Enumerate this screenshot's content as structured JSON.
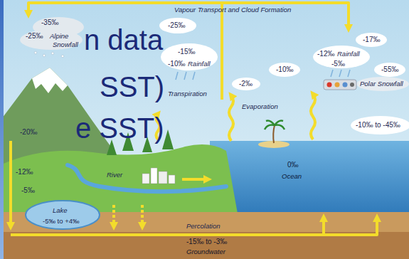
{
  "diagram": {
    "labels": [
      "Vapour Transport and Cloud Formation",
      "-35‰",
      "-25‰",
      "Alpine",
      "Snowfall",
      "-25‰",
      "-15‰",
      "-10‰",
      "Rainfall",
      "-10‰",
      "-2‰",
      "-17‰",
      "-12‰",
      "Rainfall",
      "-5‰",
      "-55‰",
      "Polar Snowfall",
      "-10‰ to -45‰",
      "Transpiration",
      "Evaporation",
      "-20‰",
      "-12‰",
      "-5‰",
      "River",
      "Lake",
      "-5‰ to +4‰",
      "0‰",
      "Ocean",
      "Percolation",
      "-15‰ to -3‰",
      "Groundwater",
      "n data",
      "SST)",
      "e SST)"
    ]
  }
}
